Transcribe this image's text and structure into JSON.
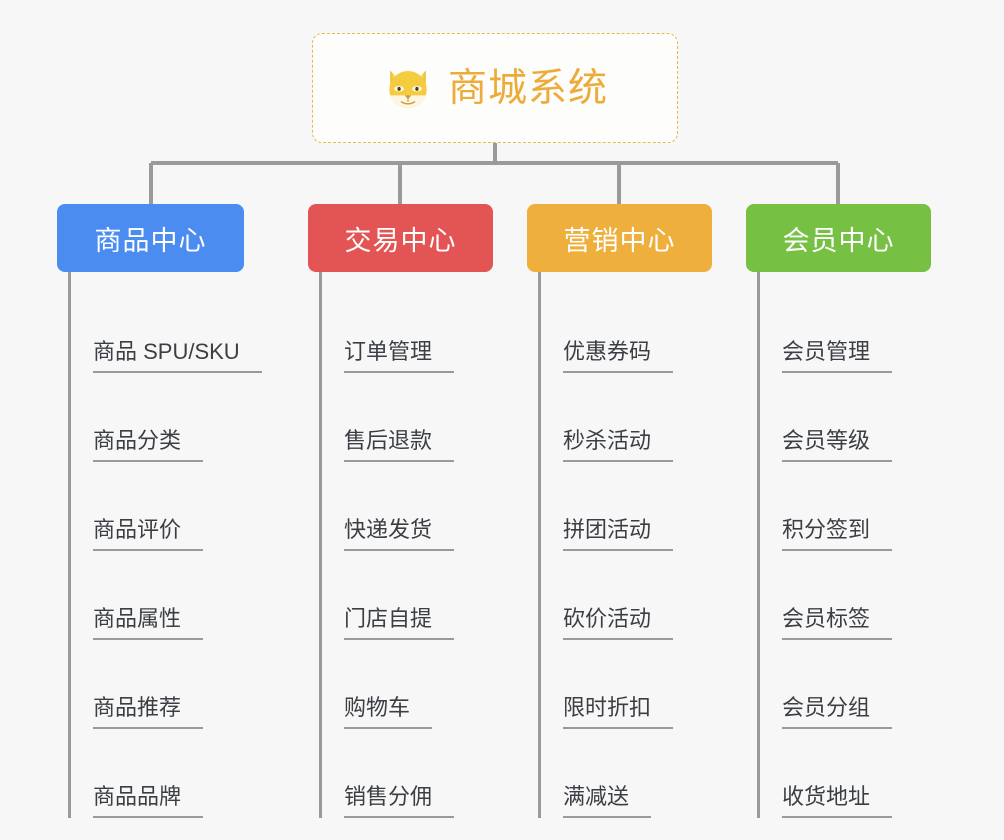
{
  "page": {
    "background_color": "#f7f7f7",
    "title": "商城系统",
    "type": "mindmap"
  },
  "root": {
    "label": "商城系统",
    "icon": "shiba-dog-face-icon",
    "text_color": "#edab39",
    "border_color": "#e9b84d",
    "background_color": "#fdfdfc"
  },
  "connector": {
    "color": "#9a9a9a"
  },
  "branches": [
    {
      "id": "product-center",
      "label": "商品中心",
      "color": "#4a8cf0",
      "items": [
        {
          "label": "商品 SPU/SKU"
        },
        {
          "label": "商品分类"
        },
        {
          "label": "商品评价"
        },
        {
          "label": "商品属性"
        },
        {
          "label": "商品推荐"
        },
        {
          "label": "商品品牌"
        }
      ]
    },
    {
      "id": "trade-center",
      "label": "交易中心",
      "color": "#e35555",
      "items": [
        {
          "label": "订单管理"
        },
        {
          "label": "售后退款"
        },
        {
          "label": "快递发货"
        },
        {
          "label": "门店自提"
        },
        {
          "label": "购物车"
        },
        {
          "label": "销售分佣"
        }
      ]
    },
    {
      "id": "marketing-center",
      "label": "营销中心",
      "color": "#eeaf3c",
      "items": [
        {
          "label": "优惠券码"
        },
        {
          "label": "秒杀活动"
        },
        {
          "label": "拼团活动"
        },
        {
          "label": "砍价活动"
        },
        {
          "label": "限时折扣"
        },
        {
          "label": "满减送"
        }
      ]
    },
    {
      "id": "member-center",
      "label": "会员中心",
      "color": "#76c044",
      "items": [
        {
          "label": "会员管理"
        },
        {
          "label": "会员等级"
        },
        {
          "label": "积分签到"
        },
        {
          "label": "会员标签"
        },
        {
          "label": "会员分组"
        },
        {
          "label": "收货地址"
        }
      ]
    }
  ]
}
